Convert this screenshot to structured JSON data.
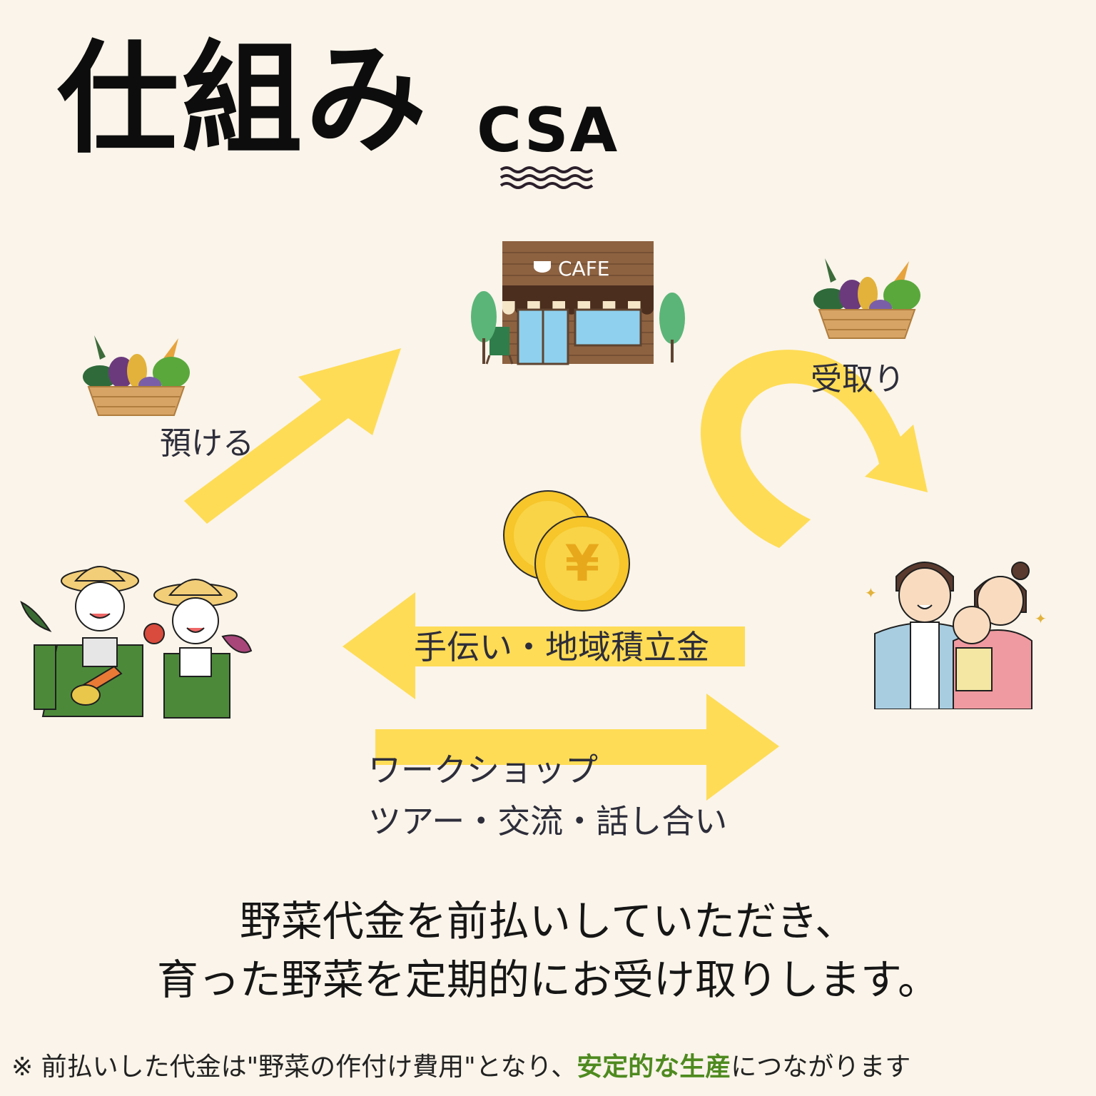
{
  "header": {
    "title": "仕組み",
    "subtitle": "CSA"
  },
  "cafe": {
    "sign": "CAFE"
  },
  "labels": {
    "deposit": "預ける",
    "receive": "受取り",
    "support": "手伝い・地域積立金",
    "workshop_line1": "ワークショップ",
    "workshop_line2": "ツアー・交流・話し合い"
  },
  "coin": {
    "symbol": "¥"
  },
  "summary": {
    "line1": "野菜代金を前払いしていただき、",
    "line2": "育った野菜を定期的にお受け取りします。"
  },
  "footnote": {
    "prefix": "※ 前払いした代金は\"野菜の作付け費用\"となり、",
    "highlight": "安定的な生産",
    "suffix": "につながります"
  },
  "colors": {
    "background": "#faf4ea",
    "arrow": "#fedc56",
    "highlight_text": "#4e8a1f",
    "coin": "#f6c62a"
  }
}
